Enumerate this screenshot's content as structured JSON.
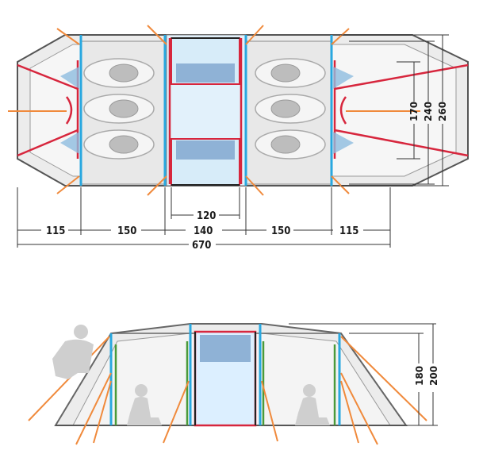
{
  "plan_view": {
    "width_labels": [
      "115",
      "150",
      "140",
      "150",
      "115"
    ],
    "vestibule_label": "120",
    "total_length_label": "670",
    "height_labels": [
      "170",
      "240",
      "260"
    ]
  },
  "side_view": {
    "height_labels": [
      "180",
      "200"
    ]
  },
  "colors": {
    "outline": "#555555",
    "fabric": "#e9e9e9",
    "pole_blue": "#29a8e0",
    "pole_red": "#d7263d",
    "pole_green": "#4a9a3a",
    "guy_orange": "#f08a3c",
    "window_blue": "#9dc3e6",
    "sleeper_gray": "#c8c8c8",
    "person_gray": "#cfcfcf"
  },
  "icons": [
    "sleeping-pad-icon",
    "person-silhouette-icon"
  ]
}
